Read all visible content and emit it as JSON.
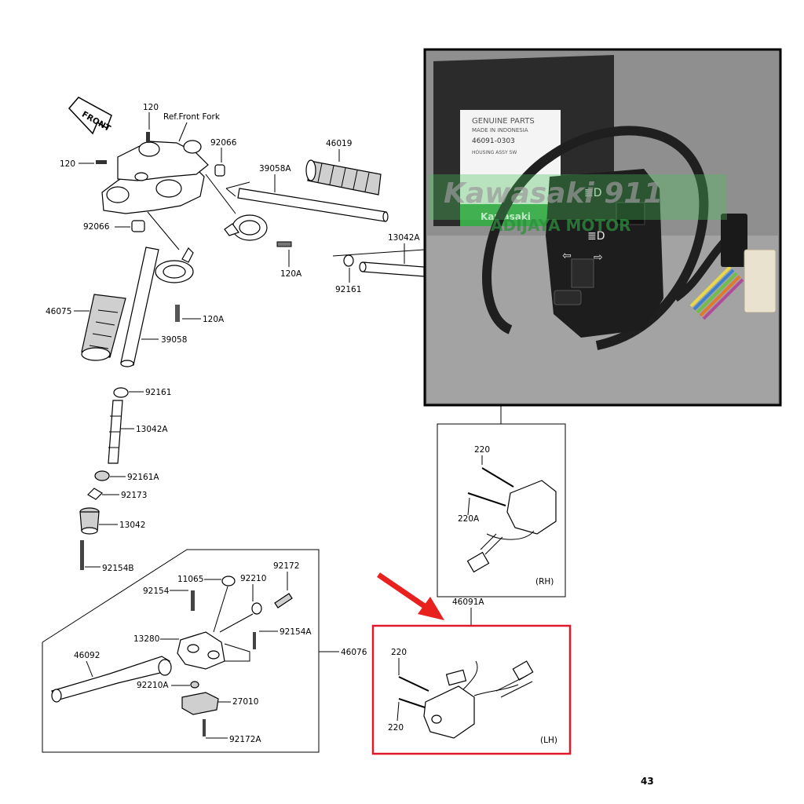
{
  "front_label": "FRONT",
  "ref_front_fork": "Ref.Front Fork",
  "part_labels": {
    "p120_top": "120",
    "p120_left": "120",
    "p92066_top": "92066",
    "p92066_left": "92066",
    "p39058A": "39058A",
    "p46019": "46019",
    "p13042A_top": "13042A",
    "p92161_top": "92161",
    "p120A_top": "120A",
    "p46075": "46075",
    "p120A_mid": "120A",
    "p39058": "39058",
    "p92161_mid": "92161",
    "p13042A_mid": "13042A",
    "p92161A": "92161A",
    "p92173": "92173",
    "p13042": "13042",
    "p92154B": "92154B",
    "p11065": "11065",
    "p92154": "92154",
    "p92210": "92210",
    "p92172": "92172",
    "p92154A": "92154A",
    "p13280": "13280",
    "p46076": "46076",
    "p46092": "46092",
    "p92210A": "92210A",
    "p27010": "27010",
    "p92172A": "92172A",
    "p46091A": "46091A",
    "rh_220": "220",
    "rh_220A": "220A",
    "rh_tag": "(RH)",
    "lh_220_top": "220",
    "lh_220_bottom": "220",
    "lh_tag": "(LH)"
  },
  "photo": {
    "box_line1": "GENUINE PARTS",
    "box_line2": "MADE IN INDONESIA",
    "box_part_no": "46091-0303",
    "box_line4": "HOUSING  ASSY  SW",
    "watermark_line1": "Kawasaki 911",
    "watermark_line2": "ADIJAYA MOTOR",
    "box_brand": "Kawasaki"
  },
  "colors": {
    "highlight_red": "#e0182b",
    "arrow_red": "#e8201e",
    "photo_bg": "#8e8e8e",
    "box_dark": "#2b2b2b",
    "watermark_green": "#35a84a"
  },
  "page_number": "43"
}
